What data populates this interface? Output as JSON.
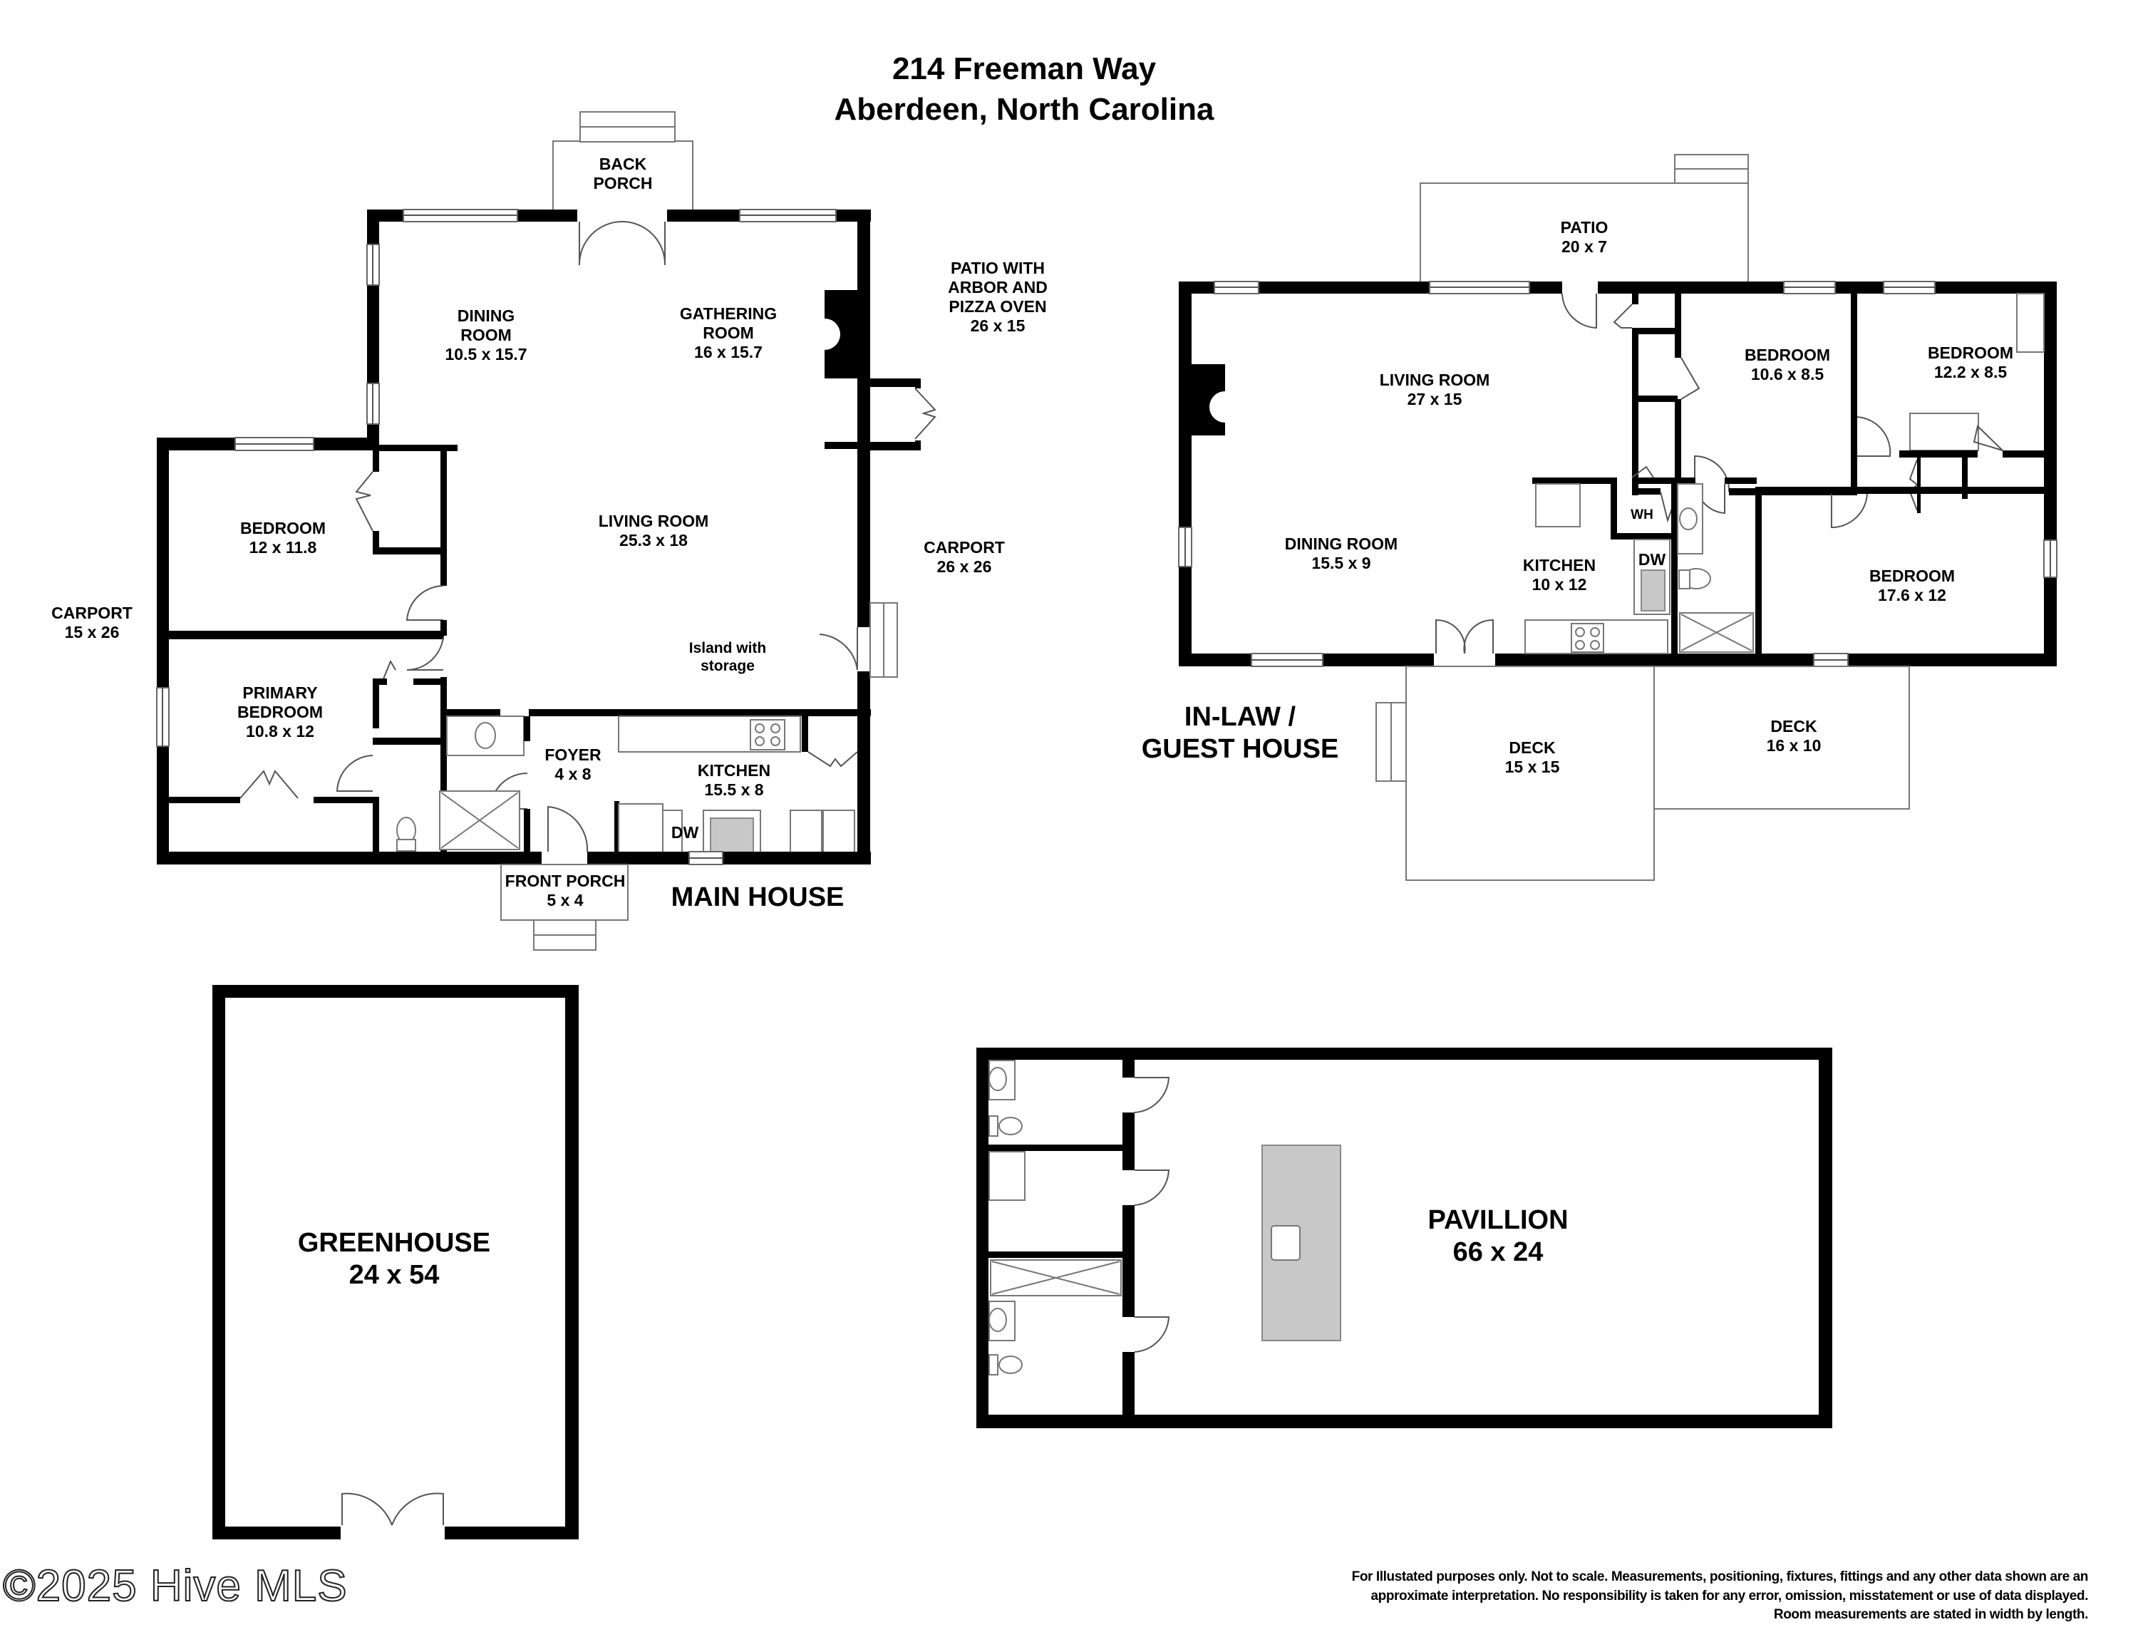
{
  "title": {
    "line1": "214 Freeman Way",
    "line2": "Aberdeen, North Carolina"
  },
  "main_house": {
    "label": "MAIN HOUSE",
    "rooms": {
      "back_porch": {
        "name1": "BACK",
        "name2": "PORCH"
      },
      "dining_room": {
        "name1": "DINING",
        "name2": "ROOM",
        "size": "10.5 x 15.7"
      },
      "gathering_room": {
        "name1": "GATHERING",
        "name2": "ROOM",
        "size": "16 x 15.7"
      },
      "living_room": {
        "name": "LIVING ROOM",
        "size": "25.3 x 18"
      },
      "bedroom": {
        "name": "BEDROOM",
        "size": "12 x 11.8"
      },
      "primary_bedroom": {
        "name1": "PRIMARY",
        "name2": "BEDROOM",
        "size": "10.8 x 12"
      },
      "foyer": {
        "name": "FOYER",
        "size": "4 x 8"
      },
      "kitchen": {
        "name": "KITCHEN",
        "size": "15.5 x 8"
      },
      "island_note": {
        "line1": "Island with",
        "line2": "storage"
      },
      "front_porch": {
        "name": "FRONT PORCH",
        "size": "5 x 4"
      },
      "dishwasher": "DW"
    },
    "exterior": {
      "carport_west": {
        "name": "CARPORT",
        "size": "15 x 26"
      },
      "carport_east": {
        "name": "CARPORT",
        "size": "26 x 26"
      },
      "patio": {
        "line1": "PATIO WITH",
        "line2": "ARBOR AND",
        "line3": "PIZZA OVEN",
        "size": "26 x 15"
      }
    }
  },
  "guest_house": {
    "label_line1": "IN-LAW /",
    "label_line2": "GUEST HOUSE",
    "rooms": {
      "patio": {
        "name": "PATIO",
        "size": "20 x 7"
      },
      "living_room": {
        "name": "LIVING ROOM",
        "size": "27 x 15"
      },
      "dining_room": {
        "name": "DINING ROOM",
        "size": "15.5 x 9"
      },
      "kitchen": {
        "name": "KITCHEN",
        "size": "10 x 12"
      },
      "bedroom_1": {
        "name": "BEDROOM",
        "size": "10.6 x 8.5"
      },
      "bedroom_2": {
        "name": "BEDROOM",
        "size": "12.2 x 8.5"
      },
      "bedroom_3": {
        "name": "BEDROOM",
        "size": "17.6 x 12"
      },
      "water_heater": "WH",
      "dishwasher": "DW",
      "deck_1": {
        "name": "DECK",
        "size": "15 x 15"
      },
      "deck_2": {
        "name": "DECK",
        "size": "16 x 10"
      }
    }
  },
  "greenhouse": {
    "name": "GREENHOUSE",
    "size": "24 x 54"
  },
  "pavilion": {
    "name": "PAVILLION",
    "size": "66 x 24"
  },
  "disclaimer": {
    "line1": "For Illustated purposes only. Not to scale. Measurements, positioning, fixtures, fittings and any other data shown are an",
    "line2": "approximate interpretation. No responsibility is taken for any error, omission, misstatement or use of data displayed.",
    "line3": "Room measurements are stated in width by length."
  },
  "watermark": "©2025 Hive MLS",
  "colors": {
    "wall": "#000000",
    "fixture_line": "#777777",
    "island_fill": "#c8c8c8",
    "background": "#ffffff"
  }
}
